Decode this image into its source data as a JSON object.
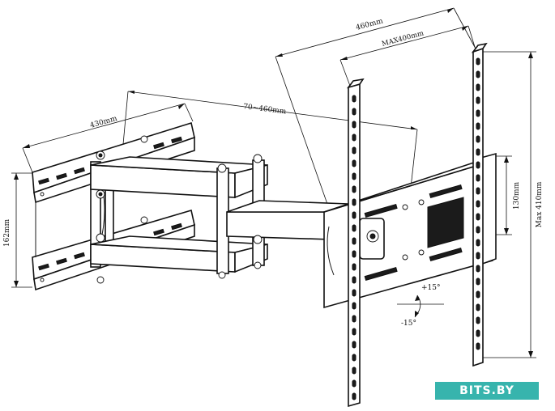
{
  "dimensions": {
    "wall_plate_width": "430mm",
    "arm_extension": "70~460mm",
    "vesa_width": "460mm",
    "vesa_max_width": "MAX400mm",
    "wall_plate_height": "162mm",
    "tv_plate_height": "130mm",
    "vesa_max_height": "Max 410mm"
  },
  "tilt": {
    "up": "+15°",
    "down": "-15°"
  },
  "watermark": "BITS.BY",
  "colors": {
    "line": "#111111",
    "badge": "#37b4ad"
  }
}
